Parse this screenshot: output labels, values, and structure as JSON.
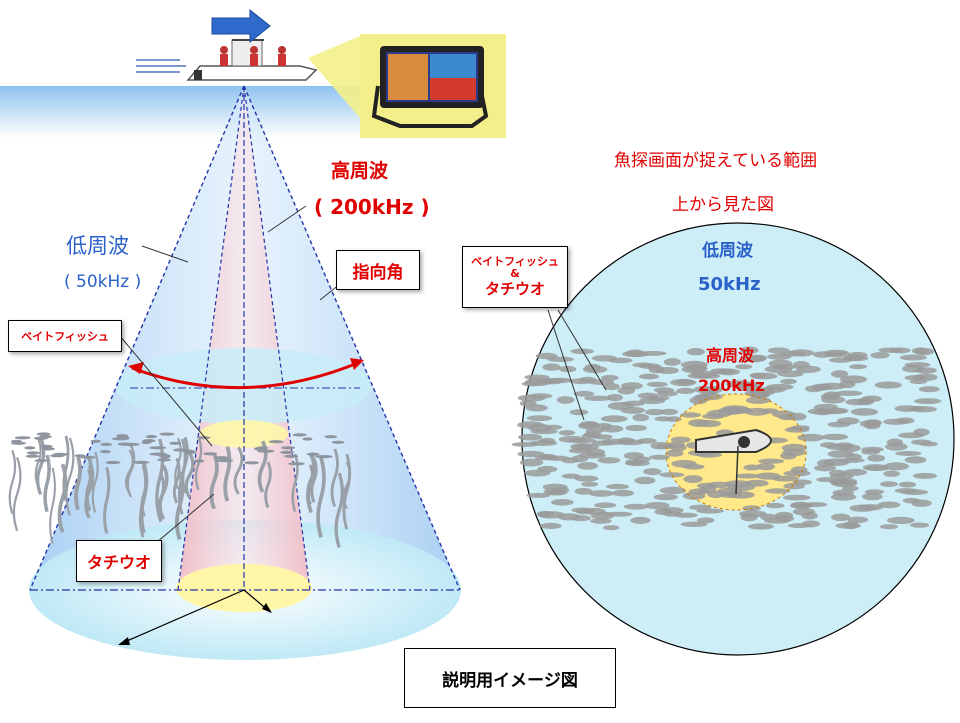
{
  "left_diagram": {
    "high_freq_title": "高周波",
    "high_freq_value": "( 200kHz )",
    "low_freq_title": "低周波",
    "low_freq_value": "( 50kHz )",
    "beam_angle_label": "指向角",
    "baitfish_label": "ベイトフィッシュ",
    "tachiuo_label": "タチウオ"
  },
  "right_diagram": {
    "title": "魚探画面が捉えている範囲",
    "subtitle": "上から見た図",
    "low_freq_title": "低周波",
    "low_freq_value": "50kHz",
    "high_freq_title": "高周波",
    "high_freq_value": "200kHz",
    "callout_line1": "ベイトフィッシュ",
    "callout_line2": "&",
    "callout_line3": "タチウオ"
  },
  "footer": {
    "caption": "説明用イメージ図"
  },
  "colors": {
    "red_text": "#e00000",
    "blue_text": "#2a62c9",
    "low_beam": "#a9cff3",
    "high_beam": "#f7c9cf",
    "footprint": "#bfe9f6",
    "center_disc": "#fff6a8",
    "sea": "#cfe6f8",
    "monitor_frame": "#f4ef8a"
  }
}
